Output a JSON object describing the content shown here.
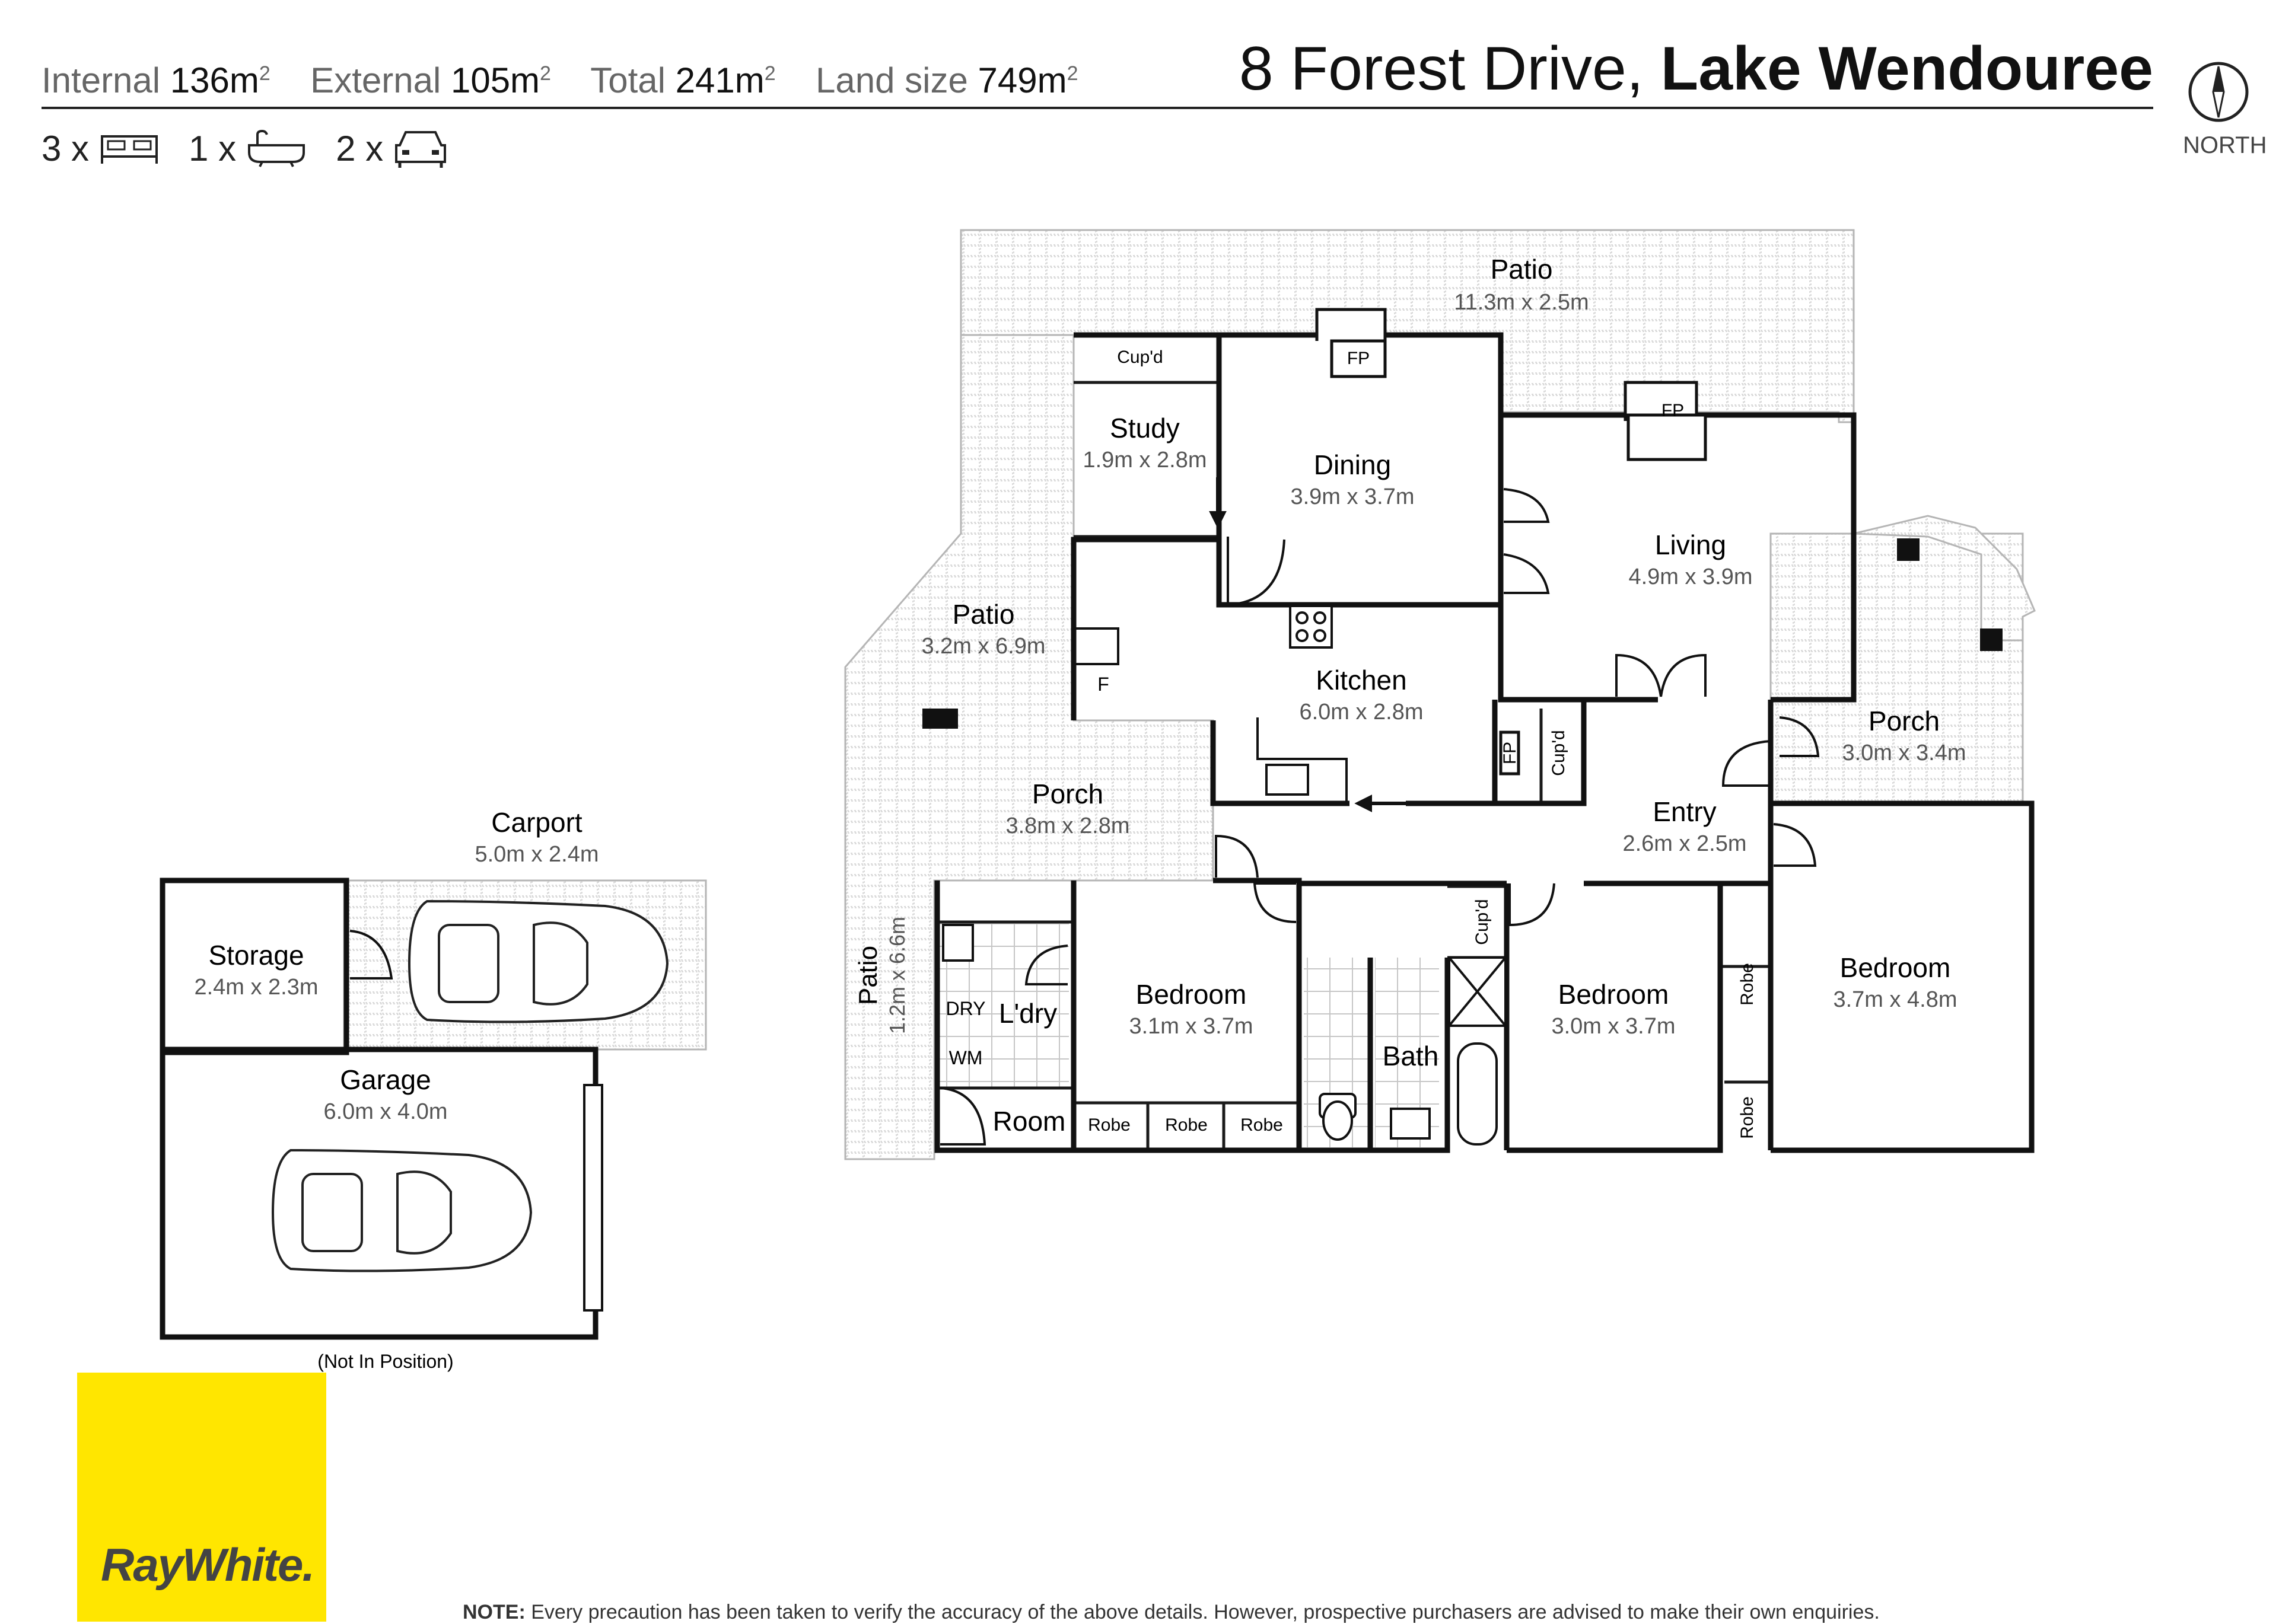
{
  "header": {
    "internal_label": "Internal",
    "internal_value": "136m",
    "external_label": "External",
    "external_value": "105m",
    "total_label": "Total",
    "total_value": "241m",
    "land_label": "Land size",
    "land_value": "749m",
    "area_unit_exp": "2",
    "address_number_street": "8 Forest Drive,",
    "address_suburb": "Lake Wendouree"
  },
  "features": {
    "bedrooms_count": "3 x",
    "bathrooms_count": "1 x",
    "car_count": "2 x",
    "bedroom_icon": "bed-icon",
    "bathroom_icon": "bathtub-icon",
    "car_icon": "car-icon"
  },
  "compass": {
    "label": "NORTH",
    "icon": "compass-icon"
  },
  "rooms": {
    "patio_top": {
      "name": "Patio",
      "dims": "11.3m x 2.5m"
    },
    "study": {
      "name": "Study",
      "dims": "1.9m x 2.8m"
    },
    "dining": {
      "name": "Dining",
      "dims": "3.9m x 3.7m"
    },
    "living": {
      "name": "Living",
      "dims": "4.9m x 3.9m"
    },
    "patio_west": {
      "name": "Patio",
      "dims": "3.2m x 6.9m"
    },
    "kitchen": {
      "name": "Kitchen",
      "dims": "6.0m x 2.8m"
    },
    "porch_east": {
      "name": "Porch",
      "dims": "3.0m x 3.4m"
    },
    "porch_west": {
      "name": "Porch",
      "dims": "3.8m x 2.8m"
    },
    "entry": {
      "name": "Entry",
      "dims": "2.6m x 2.5m"
    },
    "carport": {
      "name": "Carport",
      "dims": "5.0m x 2.4m"
    },
    "storage": {
      "name": "Storage",
      "dims": "2.4m x 2.3m"
    },
    "garage": {
      "name": "Garage",
      "dims": "6.0m x 4.0m"
    },
    "patio_narrow": {
      "name": "Patio",
      "dims": "1.2m x 6.6m"
    },
    "laundry": {
      "name": "L'dry"
    },
    "room": {
      "name": "Room"
    },
    "bedroom_1": {
      "name": "Bedroom",
      "dims": "3.1m x 3.7m"
    },
    "bath": {
      "name": "Bath"
    },
    "bedroom_2": {
      "name": "Bedroom",
      "dims": "3.0m x 3.7m"
    },
    "bedroom_3": {
      "name": "Bedroom",
      "dims": "3.7m x 4.8m"
    }
  },
  "fixtures": {
    "cupd": "Cup'd",
    "fp": "FP",
    "fridge": "F",
    "dryer": "DRY",
    "washer": "WM",
    "robe": "Robe"
  },
  "not_in_position": "(Not In Position)",
  "logo": {
    "text": "RayWhite.",
    "color": "#ffe600"
  },
  "note": {
    "label": "NOTE:",
    "text": "Every precaution has been taken to verify the accuracy of the above details. However, prospective purchasers are advised to make their own enquiries."
  }
}
